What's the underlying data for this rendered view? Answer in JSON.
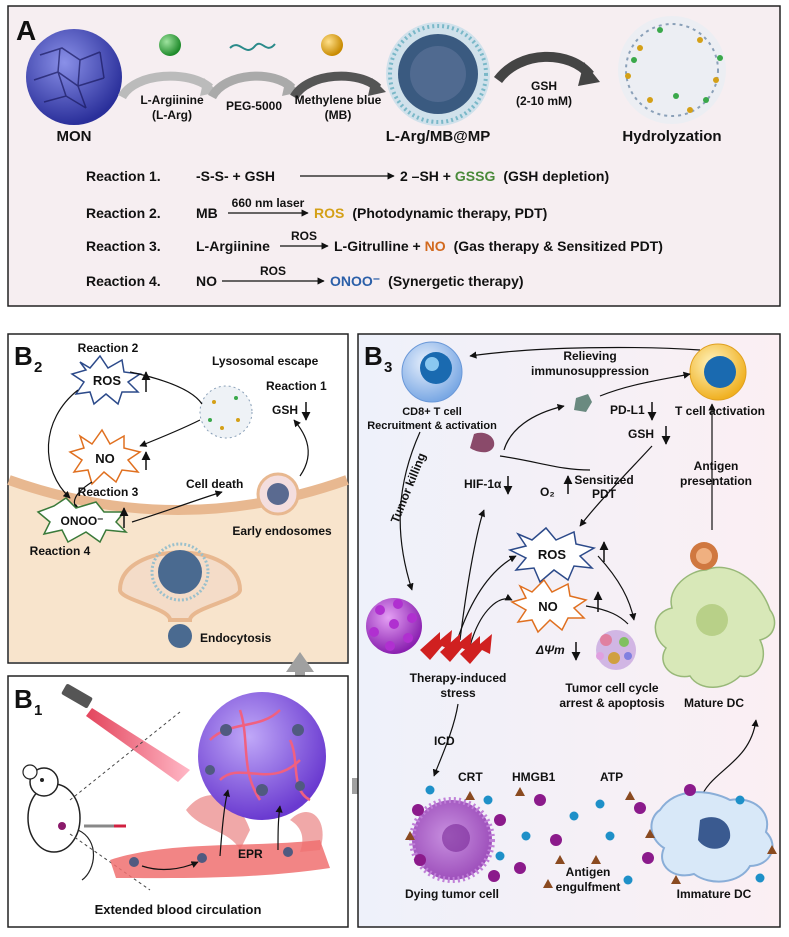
{
  "panel_a": {
    "label": "A",
    "mon": "MON",
    "step1": [
      "L-Argiinine",
      "(L-Arg)"
    ],
    "step2": "PEG-5000",
    "step3": [
      "Methylene blue",
      "(MB)"
    ],
    "product": "L-Arg/MB@MP",
    "gsh_step": [
      "GSH",
      "(2-10 mM)"
    ],
    "hydrolyzation": "Hydrolyzation",
    "reactions": [
      {
        "label": "Reaction 1.",
        "left": "-S-S- + GSH",
        "above": "",
        "right": "2 –SH + ",
        "product": "GSSG",
        "product_color": "#4a8a3a",
        "note": "(GSH depletion)"
      },
      {
        "label": "Reaction 2.",
        "left": "MB",
        "above": "660 nm laser",
        "right": "",
        "product": "ROS",
        "product_color": "#d4a017",
        "note": "(Photodynamic therapy, PDT)"
      },
      {
        "label": "Reaction 3.",
        "left": "L-Argiinine",
        "above": "ROS",
        "right": "L-Gitrulline + ",
        "product": "NO",
        "product_color": "#d2691e",
        "note": "(Gas therapy & Sensitized PDT)"
      },
      {
        "label": "Reaction 4.",
        "left": "NO",
        "above": "ROS",
        "right": "",
        "product": "ONOO⁻",
        "product_color": "#2b5fa8",
        "note": "(Synergetic therapy)"
      }
    ]
  },
  "panel_b2": {
    "label": "B",
    "sub": "2",
    "reaction2": "Reaction 2",
    "ros": "ROS",
    "lysosomal_escape": "Lysosomal escape",
    "reaction1": "Reaction 1",
    "gsh": "GSH",
    "no": "NO",
    "reaction3": "Reaction 3",
    "cell_death": "Cell death",
    "onoo": "ONOO⁻",
    "reaction4": "Reaction 4",
    "early_endosomes": "Early endosomes",
    "endocytosis": "Endocytosis"
  },
  "panel_b1": {
    "label": "B",
    "sub": "1",
    "epr": "EPR",
    "extended": "Extended blood circulation"
  },
  "panel_b3": {
    "label": "B",
    "sub": "3",
    "cd8": [
      "CD8+ T cell",
      "Recruitment & activation"
    ],
    "relieving": [
      "Relieving",
      "immunosuppression"
    ],
    "t_activation": "T cell activation",
    "pdl1": "PD-L1",
    "tumor_killing": "Tumor killing",
    "hif": "HIF-1α",
    "gsh": "GSH",
    "o2": "O₂",
    "sensitized": [
      "Sensitized",
      "PDT"
    ],
    "antigen_presentation": [
      "Antigen",
      "presentation"
    ],
    "ros": "ROS",
    "no": "NO",
    "delta_psi": "ΔΨm",
    "therapy_stress": [
      "Therapy-induced",
      "stress"
    ],
    "arrest": [
      "Tumor cell cycle",
      "arrest & apoptosis"
    ],
    "mature_dc": "Mature DC",
    "icd": "ICD",
    "crt": "CRT",
    "hmgb1": "HMGB1",
    "atp": "ATP",
    "dying": "Dying tumor cell",
    "engulfment": [
      "Antigen",
      "engulfment"
    ],
    "immature_dc": "Immature DC"
  },
  "colors": {
    "panel_a_bg": "#f6eef1",
    "crt": "#8b1a8b",
    "hmgb1": "#1e90c8",
    "atp": "#d2691e",
    "ros_star": "#2c4a8a",
    "no_star": "#e07020",
    "onoo_star": "#3a7a3a"
  }
}
